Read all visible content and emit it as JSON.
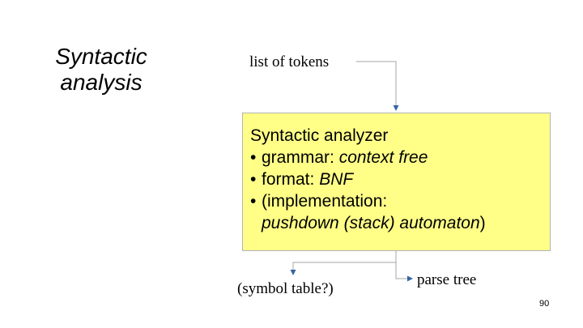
{
  "slide": {
    "title_line1": "Syntactic",
    "title_line2": "analysis",
    "page_number": "90"
  },
  "diagram": {
    "input_label": "list of tokens",
    "box": {
      "title": "Syntactic analyzer",
      "bullets": [
        {
          "prefix": "grammar: ",
          "emphasis": "context free",
          "suffix": ""
        },
        {
          "prefix": "format: ",
          "emphasis": "BNF",
          "suffix": ""
        },
        {
          "prefix": "(implementation:",
          "emphasis": "pushdown (stack) automaton",
          "suffix": ")"
        }
      ]
    },
    "output_label": "parse tree",
    "side_output_label": "(symbol table?)",
    "colors": {
      "box_fill": "#ffff88",
      "box_border": "#b3b3b3",
      "connector": "#a6a6a6",
      "arrowhead": "#3465a4"
    }
  }
}
